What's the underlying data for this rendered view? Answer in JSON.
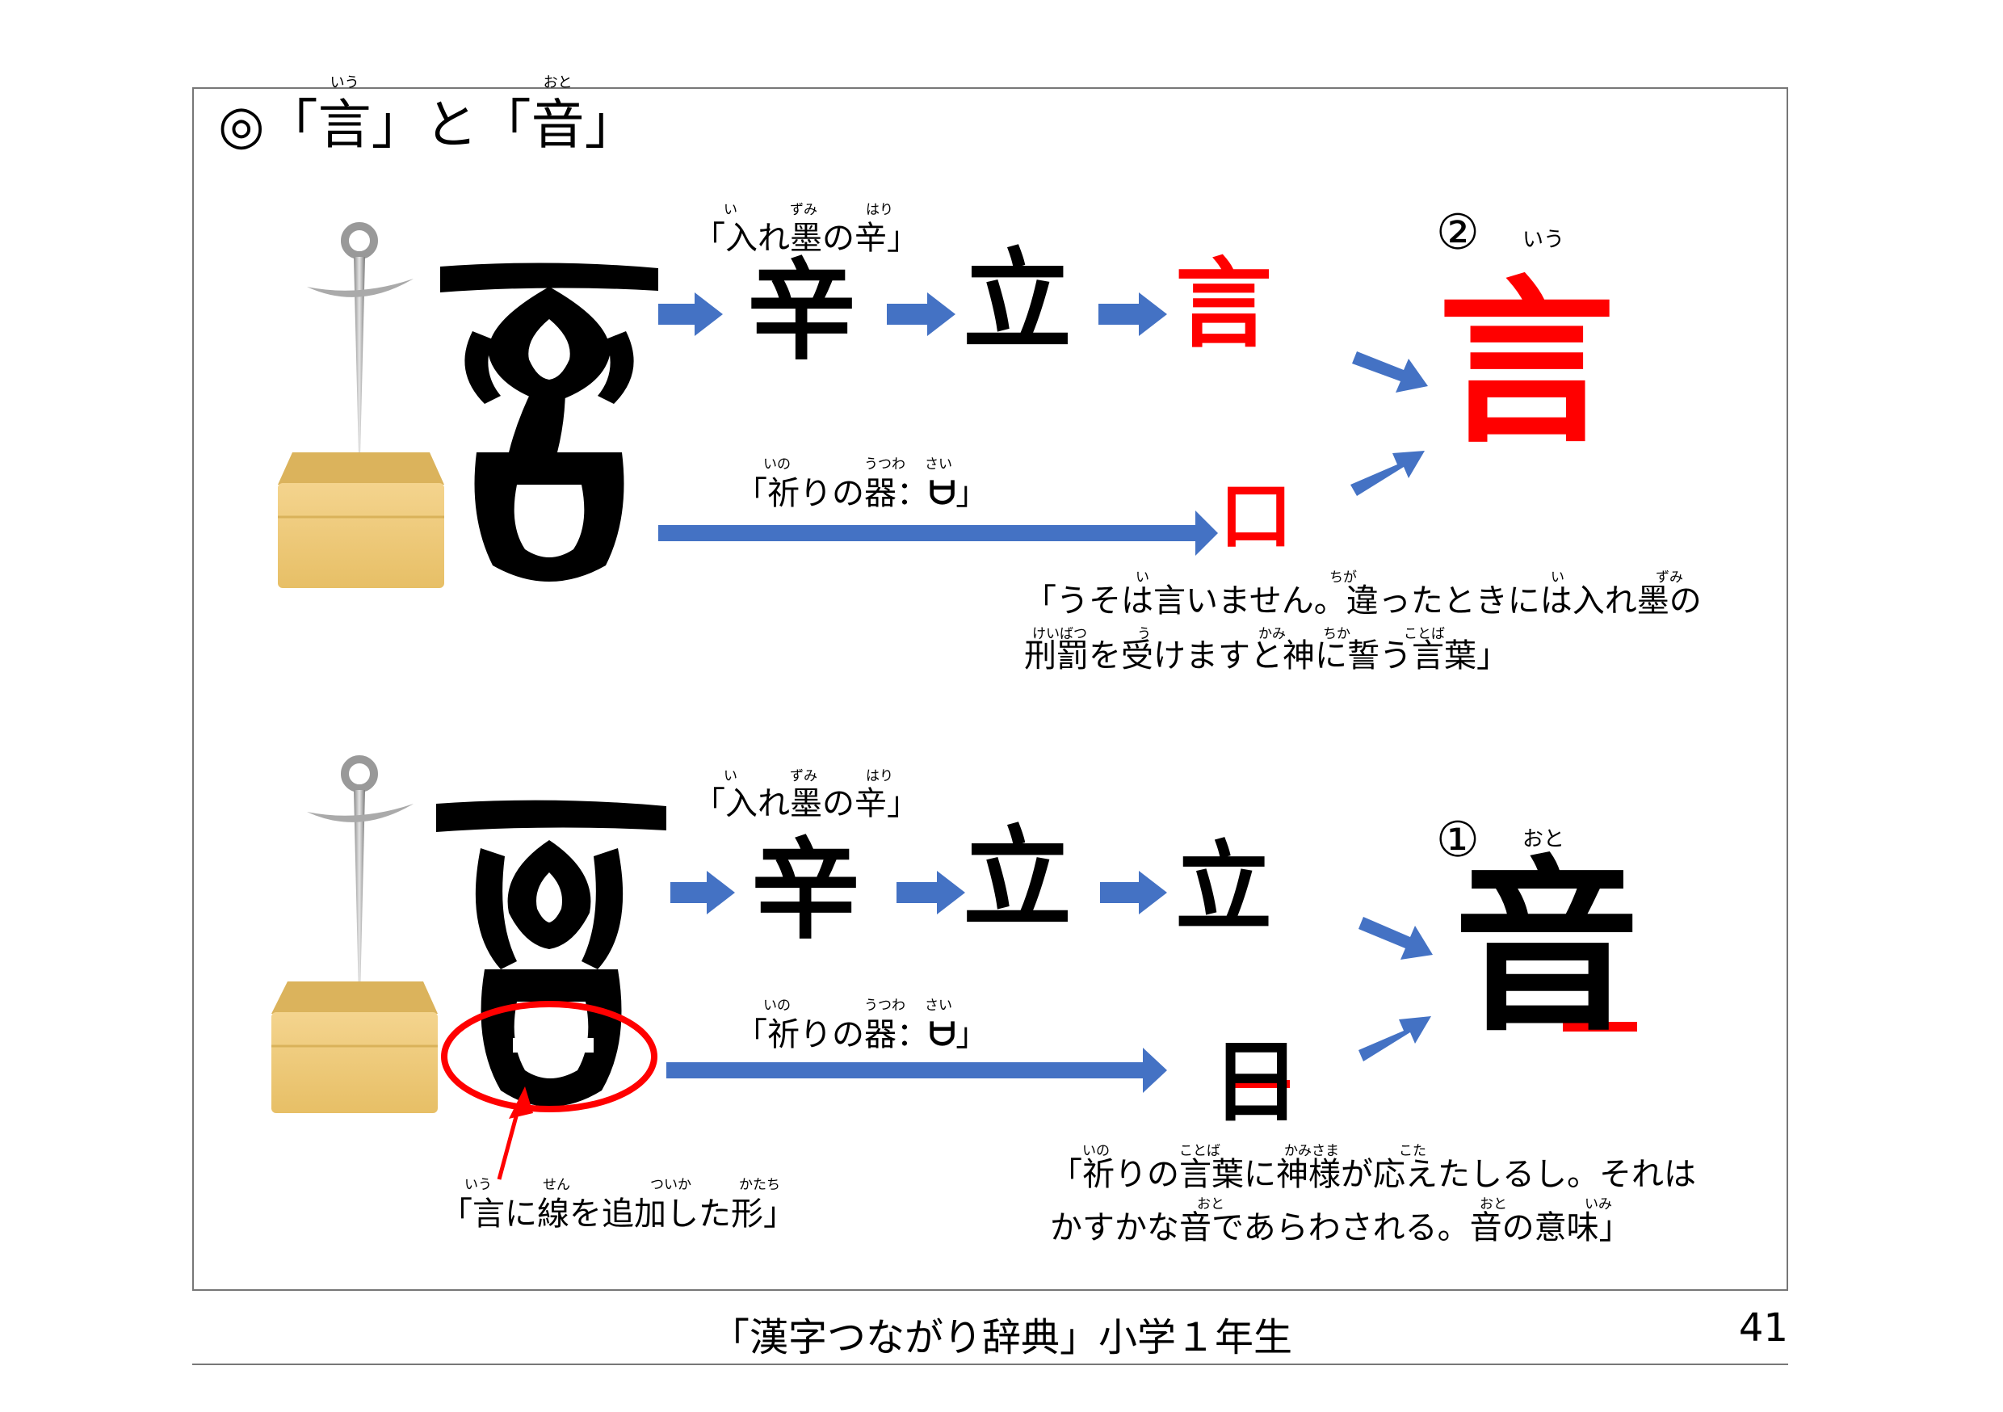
{
  "heading": {
    "prefix": "◎「",
    "word1": "言",
    "ruby1": "いう",
    "mid": "」と「",
    "word2": "音",
    "ruby2": "おと",
    "suffix": "」"
  },
  "top": {
    "ink_label": "「入れ墨の辛」",
    "ink_ruby": [
      "い",
      "ずみ",
      "はり"
    ],
    "steps": [
      "辛",
      "立",
      "言"
    ],
    "prayer_label": "「祈りの器：",
    "prayer_glyph": "ᗨ",
    "prayer_close": "」",
    "prayer_ruby": [
      "いの",
      "うつわ",
      "さい"
    ],
    "mouth": "口",
    "result_num": "②",
    "result_ruby": "いう",
    "result": "言",
    "caption_line1": "「うそは言いません。違ったときには入れ墨の",
    "caption_line2": "刑罰を受けますと神に誓う言葉」",
    "caption_ruby1": [
      "い",
      "ちが",
      "い",
      "ずみ"
    ],
    "caption_ruby2": [
      "けいばつ",
      "う",
      "かみ",
      "ちか",
      "ことば"
    ],
    "colors": {
      "accent": "#ff0000",
      "arrow": "#4472c4"
    }
  },
  "bottom": {
    "ink_label": "「入れ墨の辛」",
    "ink_ruby": [
      "い",
      "ずみ",
      "はり"
    ],
    "steps": [
      "辛",
      "立",
      "立"
    ],
    "prayer_label": "「祈りの器：",
    "prayer_glyph": "ᗨ",
    "prayer_close": "」",
    "prayer_ruby": [
      "いの",
      "うつわ",
      "さい"
    ],
    "mouth": "日",
    "result_num": "①",
    "result_ruby": "おと",
    "result": "音",
    "note": "「言に線を追加した形」",
    "note_ruby": [
      "いう",
      "せん",
      "ついか",
      "かたち"
    ],
    "caption_line1": "「祈りの言葉に神様が応えたしるし。それは",
    "caption_line2": "かすかな音であらわされる。音の意味」",
    "caption_ruby1": [
      "いの",
      "ことば",
      "かみさま",
      "こた"
    ],
    "caption_ruby2": [
      "おと",
      "おと",
      "いみ"
    ]
  },
  "footer": {
    "title": "「漢字つながり辞典」小学１年生",
    "page": "41"
  }
}
